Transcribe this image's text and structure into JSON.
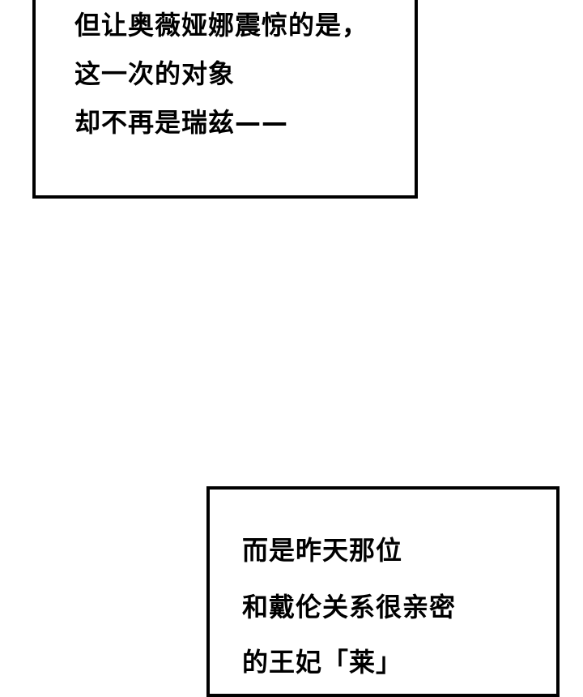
{
  "panels": [
    {
      "lines": [
        "但让奥薇娅娜震惊的是，",
        "这一次的对象",
        "却不再是瑞兹——"
      ]
    },
    {
      "lines": [
        "而是昨天那位",
        "和戴伦关系很亲密",
        "的王妃「莱」"
      ]
    }
  ]
}
